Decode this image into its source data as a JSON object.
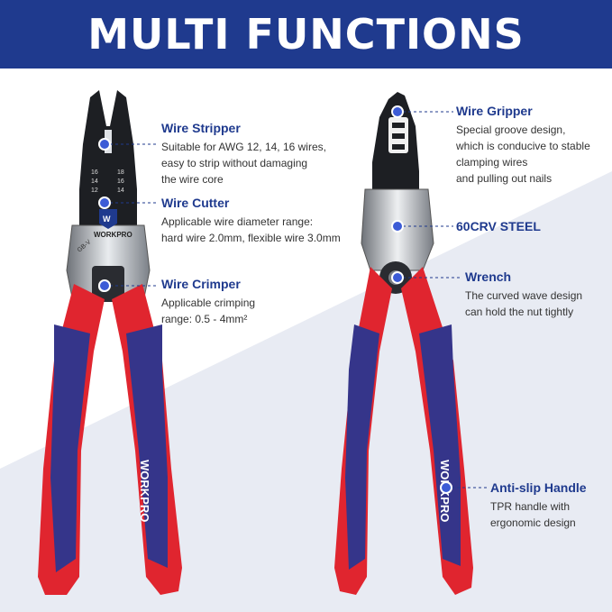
{
  "banner": {
    "title": "MULTI FUNCTIONS"
  },
  "colors": {
    "banner_blue": "#1f3a8e",
    "handle_red": "#e0252f",
    "handle_blue": "#35358a",
    "background_light": "#e8ebf3"
  },
  "left_tool": {
    "brand": "WORKPRO",
    "handle_brand": "WORKPRO",
    "model_mark": "GB-V",
    "awg_left": [
      "16",
      "14",
      "12"
    ],
    "awg_right": [
      "18",
      "16",
      "14"
    ],
    "logo_icon": "workpro-logo-icon"
  },
  "right_tool": {
    "handle_brand": "WORKPRO"
  },
  "callouts": {
    "wire_stripper": {
      "title": "Wire Stripper",
      "desc": [
        "Suitable for AWG 12, 14, 16 wires,",
        "easy to strip without damaging",
        "the wire core"
      ]
    },
    "wire_cutter": {
      "title": "Wire Cutter",
      "desc": [
        "Applicable wire diameter range:",
        "hard wire 2.0mm, flexible wire 3.0mm"
      ]
    },
    "wire_crimper": {
      "title": "Wire Crimper",
      "desc": [
        "Applicable crimping",
        "range: 0.5 - 4mm²"
      ]
    },
    "wire_gripper": {
      "title": "Wire Gripper",
      "desc": [
        "Special groove design,",
        "which is conducive to stable",
        "clamping wires",
        "and pulling out nails"
      ]
    },
    "steel": {
      "title": "60CRV STEEL",
      "desc": []
    },
    "wrench": {
      "title": "Wrench",
      "desc": [
        "The curved wave design",
        "can hold the nut tightly"
      ]
    },
    "anti_slip_handle": {
      "title": "Anti-slip Handle",
      "desc": [
        "TPR handle with",
        "ergonomic design"
      ]
    }
  }
}
